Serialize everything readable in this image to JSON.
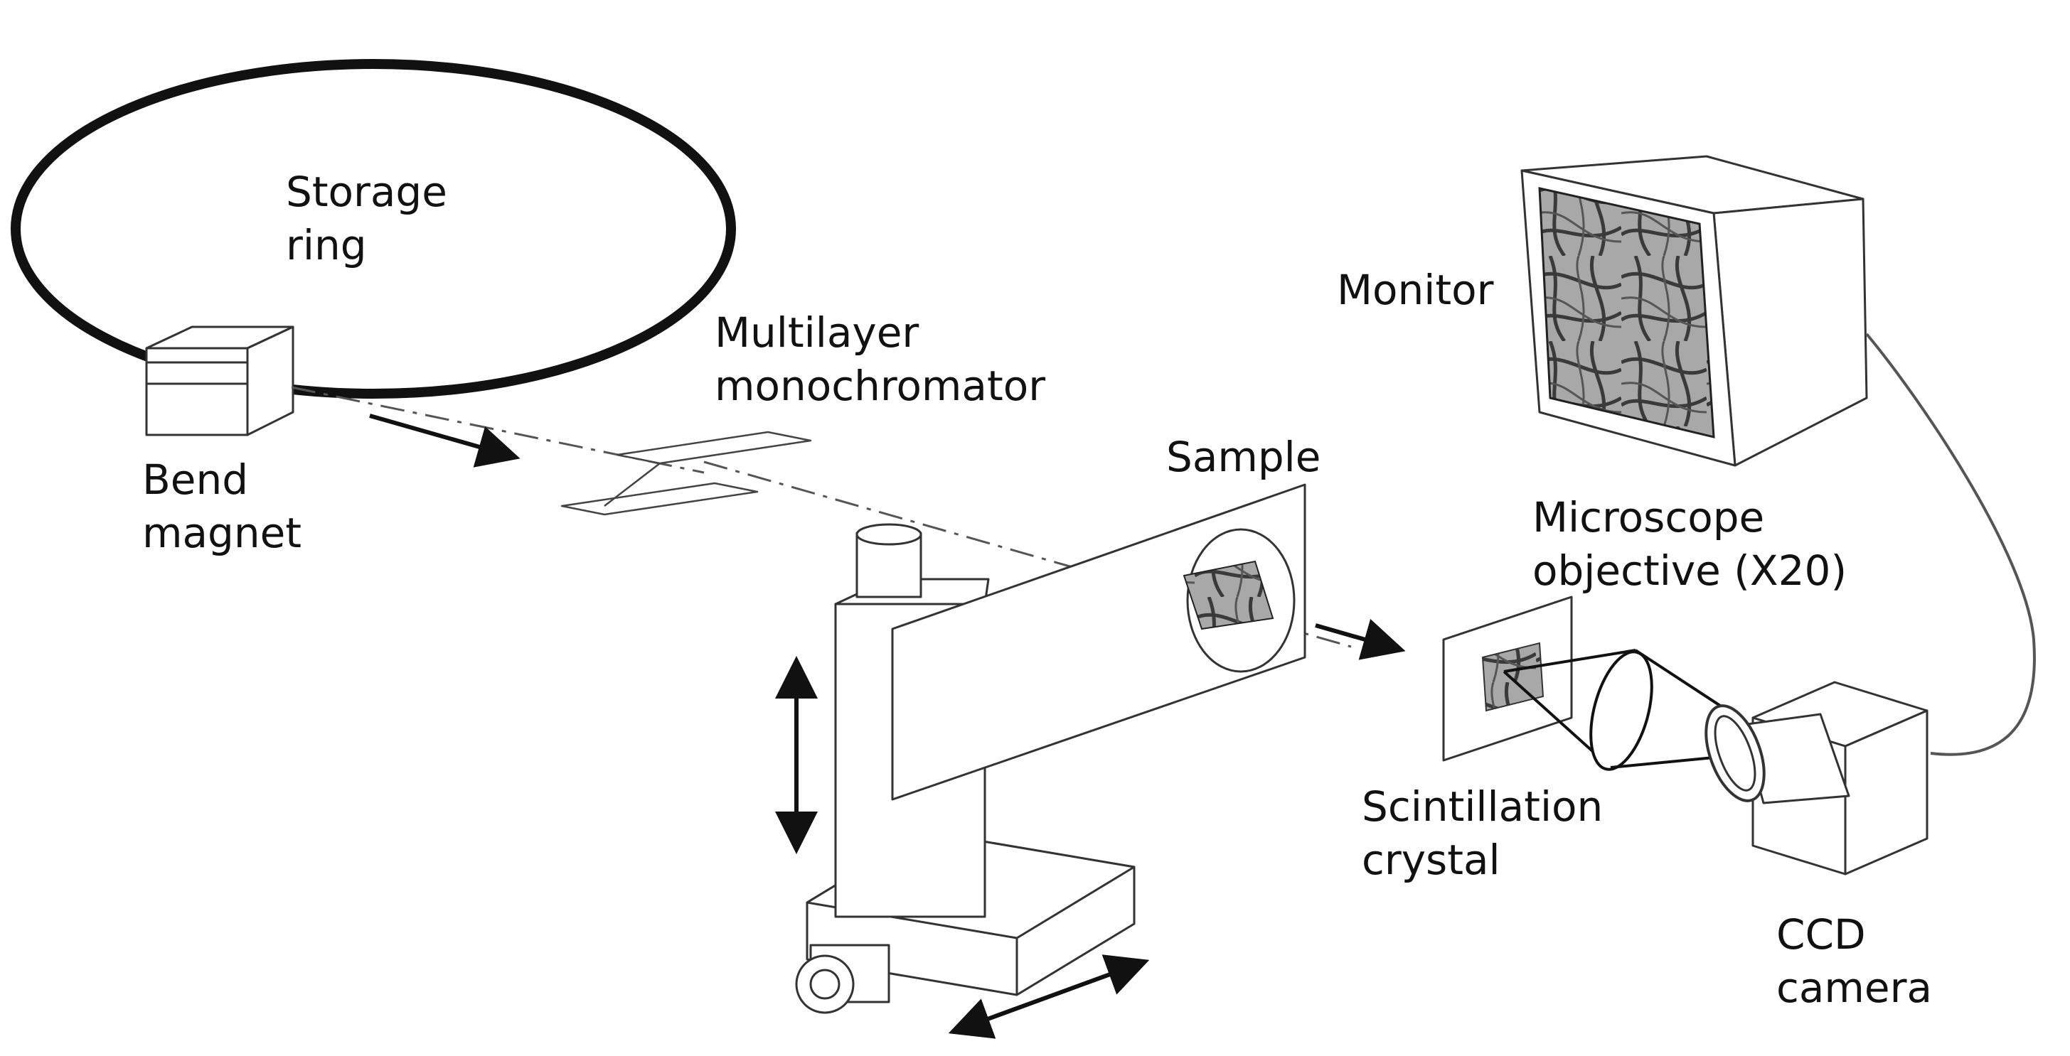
{
  "labels": {
    "storage_ring_line1": "Storage",
    "storage_ring_line2": "ring",
    "bend_magnet_line1": "Bend",
    "bend_magnet_line2": "magnet",
    "monochromator_line1": "Multilayer",
    "monochromator_line2": "monochromator",
    "sample": "Sample",
    "monitor": "Monitor",
    "objective_line1": "Microscope",
    "objective_line2": "objective (X20)",
    "crystal_line1": "Scintillation",
    "crystal_line2": "crystal",
    "camera_line1": "CCD",
    "camera_line2": "camera"
  },
  "colors": {
    "line": "#333333",
    "arrow": "#111111",
    "image_dark": "#3a3a3a",
    "image_light": "#9a9a9a"
  }
}
